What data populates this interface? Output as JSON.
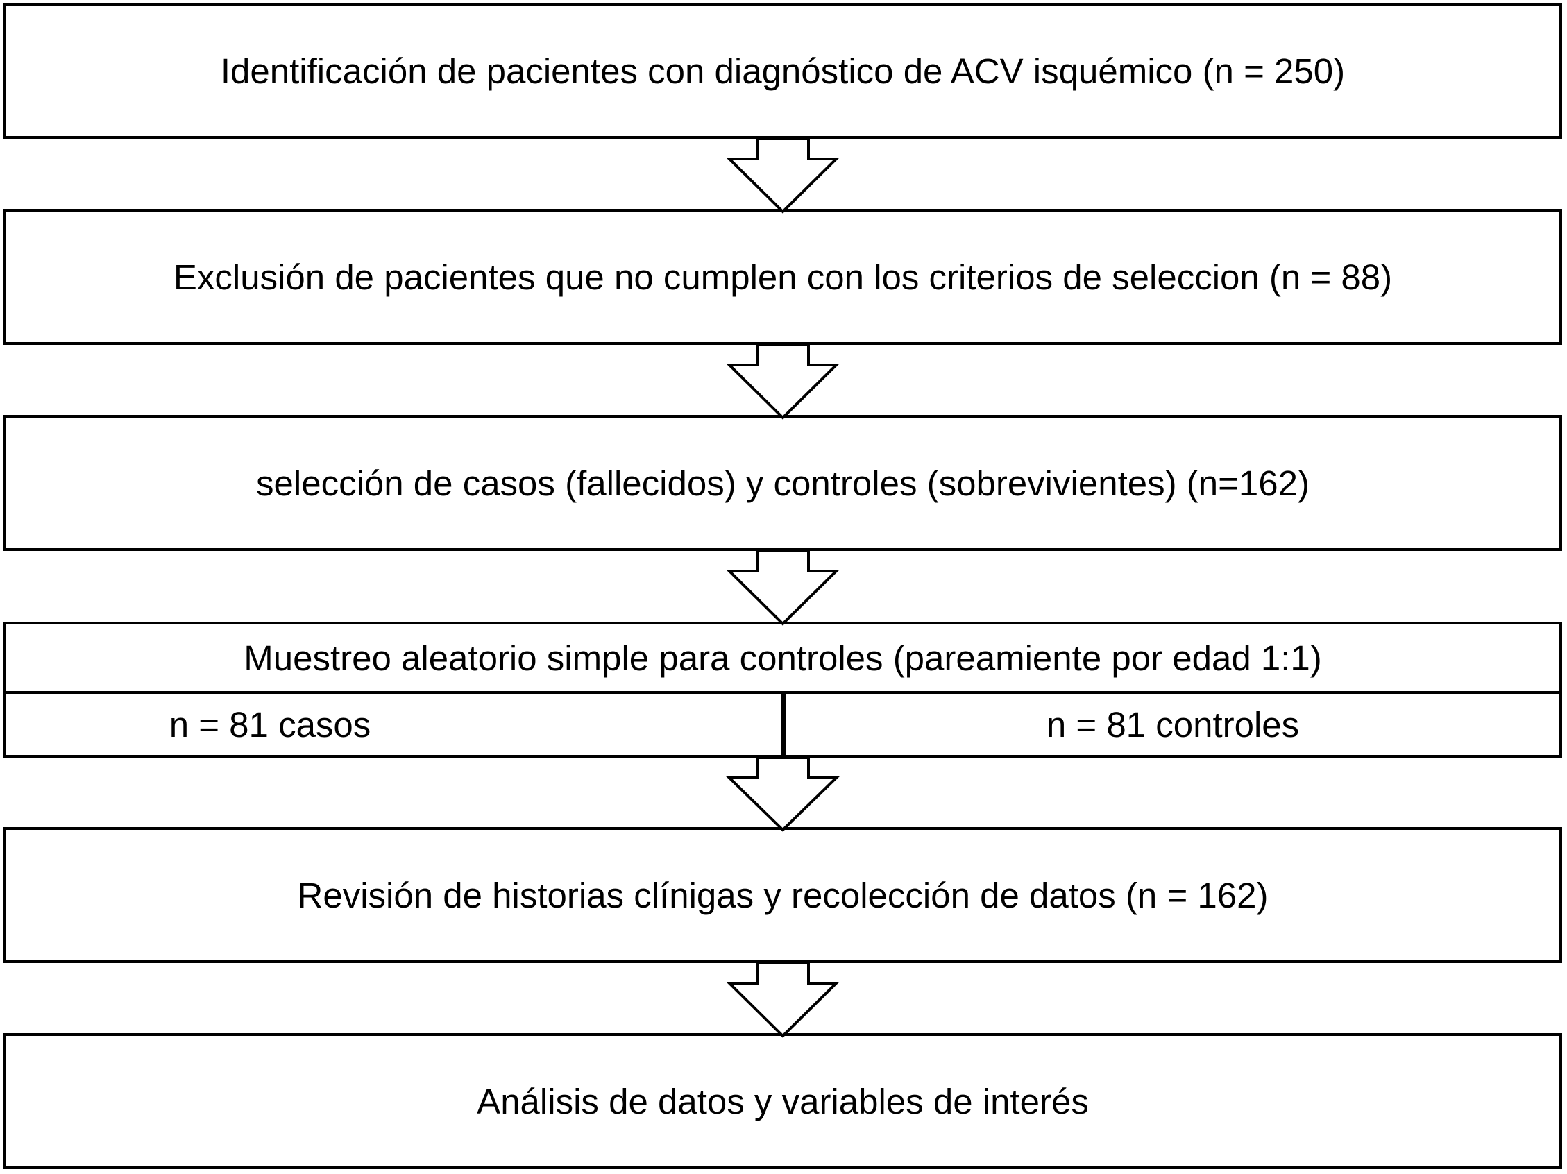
{
  "flowchart": {
    "step1": "Identificación de pacientes con diagnóstico de ACV isquémico (n = 250)",
    "step2": "Exclusión de pacientes que no cumplen con los criterios de seleccion (n = 88)",
    "step3": "selección de casos (fallecidos) y controles (sobrevivientes) (n=162)",
    "step4": {
      "title": "Muestreo aleatorio simple para controles (pareamiente por edad 1:1)",
      "left": "n = 81 casos",
      "right": "n = 81 controles"
    },
    "step5": "Revisión de historias clínigas y recolección de datos (n = 162)",
    "step6": "Análisis de datos y variables de interés"
  },
  "colors": {
    "stroke": "#000000",
    "fill": "#ffffff"
  }
}
